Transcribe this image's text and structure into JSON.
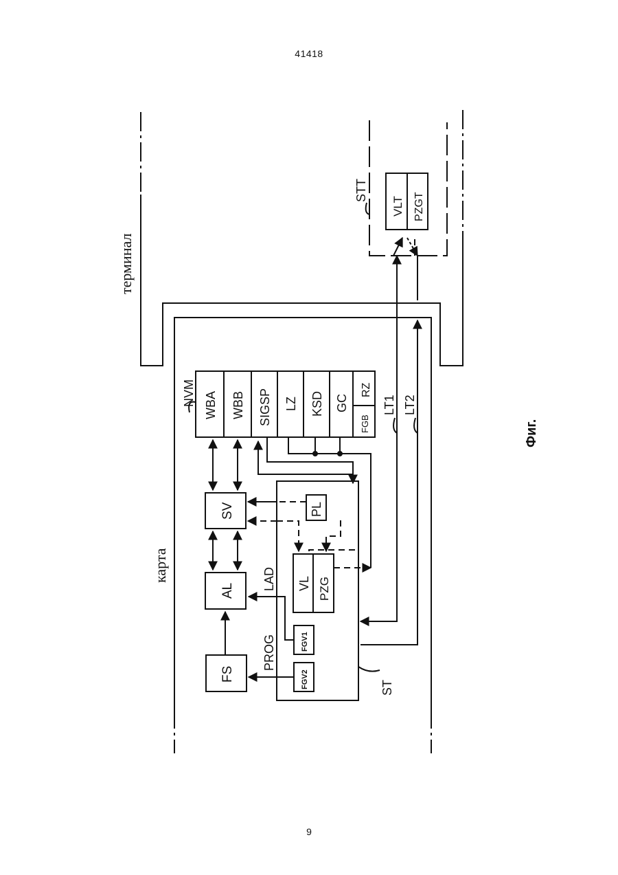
{
  "header": {
    "doc_number": "41418"
  },
  "footer": {
    "page_number": "9"
  },
  "diagram": {
    "labels": {
      "terminal": "терминал",
      "card": "карта",
      "figure": "Фиг.",
      "nvm": "NVM",
      "stt": "STT",
      "lt1": "LT1",
      "lt2": "LT2",
      "st": "ST",
      "lad": "LAD",
      "prog": "PROG"
    },
    "nvm_cells": [
      "WBA",
      "WBB",
      "SIGSP",
      "LZ",
      "KSD",
      "GC"
    ],
    "nvm_split": {
      "top": "RZ",
      "bottom": "FGB"
    },
    "blocks": {
      "sv": "SV",
      "al": "AL",
      "fs": "FS",
      "pl": "PL",
      "vl": "VL",
      "pzg": "PZG",
      "fgv1": "FGV1",
      "fgv2": "FGV2",
      "vlt": "VLT",
      "pzgt": "PZGT"
    }
  }
}
